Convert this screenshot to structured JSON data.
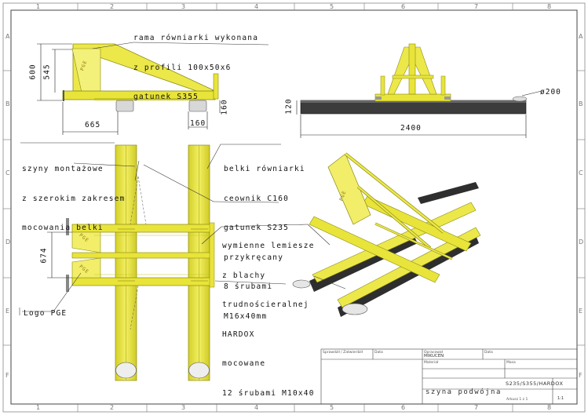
{
  "annotations": {
    "frame_note": [
      "rama równiarki wykonana",
      "z profili 100x50x6",
      "gatunek S355"
    ],
    "rails_note": [
      "szyny montażowe",
      "z szerokim zakresem",
      "mocowania belki"
    ],
    "beams_note": [
      "belki równiarki",
      "ceownik C160",
      "gatunek S235",
      "przykręcany",
      "8 śrubami",
      "M16x40mm"
    ],
    "blades_note": [
      "wymienne lemiesze",
      "z blachy",
      "trudnościeralnej",
      "HARDOX",
      "mocowane",
      "12 śrubami M10x40"
    ],
    "logo_note": "Logo PGE",
    "logo_plate_text": "PGE"
  },
  "dimensions": {
    "side_height_total": "600",
    "side_height_frame": "545",
    "side_len": "665",
    "side_foot": "160",
    "side_wheel": "160",
    "front_height": "120",
    "front_diameter": "ø200",
    "front_width": "2400",
    "top_width": "674"
  },
  "grid": {
    "columns": [
      "1",
      "2",
      "3",
      "4",
      "5",
      "6",
      "7",
      "8"
    ],
    "rows": [
      "A",
      "B",
      "C",
      "D",
      "E",
      "F"
    ]
  },
  "title_block": {
    "tiny_headers": [
      "Sprawdził / Zatwierdził",
      "Data",
      "Opracował",
      "Data",
      "Materiał",
      "Masa"
    ],
    "author": "MIKUCEN",
    "material": "S235/S355/HARDOX",
    "title": "szyna podwójna",
    "sheet_info": "1:1",
    "small_note": "Arkusz 1 z 1"
  },
  "colors": {
    "frame_yellow": "#e8e43a",
    "frame_stroke": "#8a8a10",
    "blade_dark": "#3c3c3c",
    "line": "#333333"
  }
}
